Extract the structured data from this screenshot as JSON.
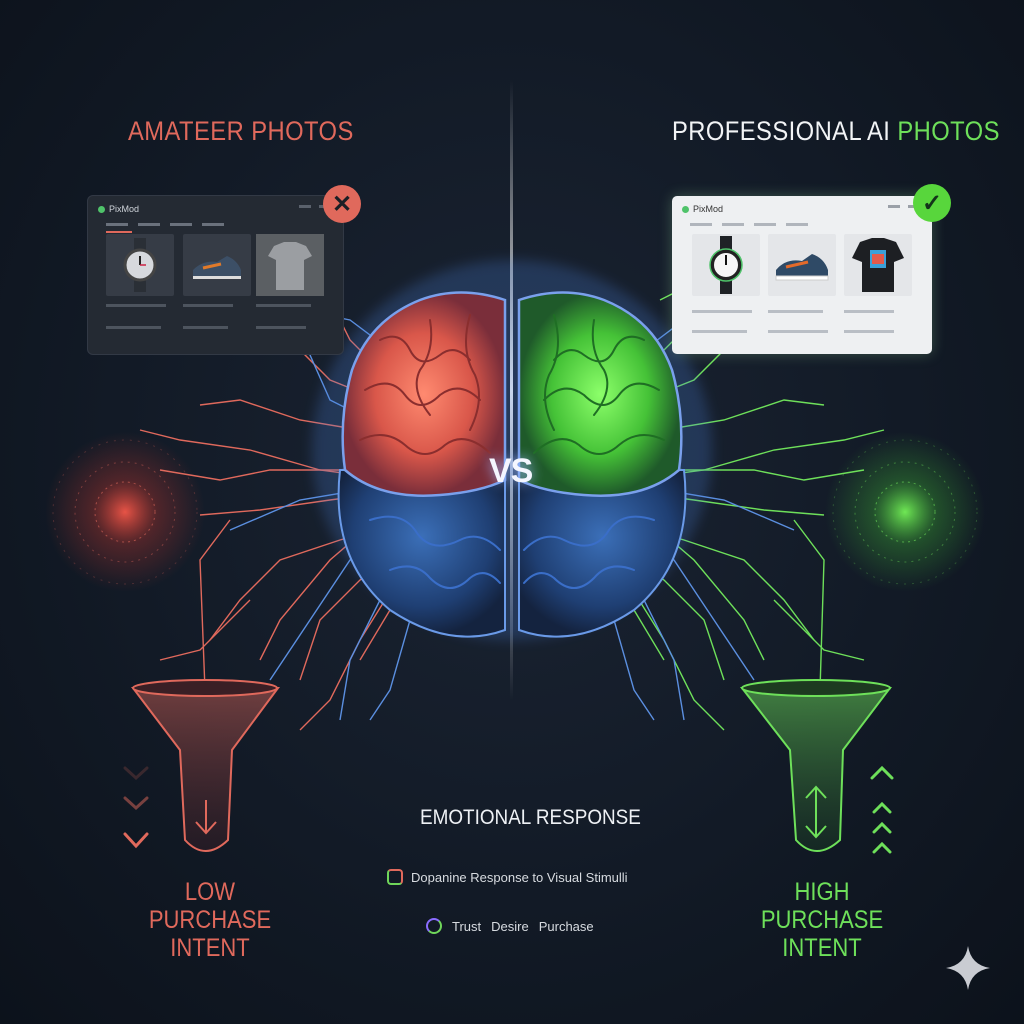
{
  "left": {
    "title": "AMATEER PHOTOS",
    "card_logo": "PixMod",
    "badge_icon": "x-icon",
    "outcome_line1": "LOW",
    "outcome_line2": "PURCHASE INTENT",
    "color": "#e0695c"
  },
  "right": {
    "title_main": "PROFESSIONAL AI ",
    "title_accent": "PHOTOS",
    "card_logo": "PixMod",
    "badge_icon": "check-icon",
    "outcome_line1": "HIGH",
    "outcome_line2": "PURCHASE INTENT",
    "color": "#6ee05a"
  },
  "center": {
    "vs": "VS",
    "heading": "EMOTIONAL RESPONSE",
    "dopamine": "Dopanine Response to Visual Stimulli",
    "steps": [
      "Trust",
      "Desire",
      "Purchase"
    ]
  },
  "icons": {
    "brain": "brain-icon",
    "funnel": "funnel-icon",
    "sparkle": "sparkle-icon"
  }
}
